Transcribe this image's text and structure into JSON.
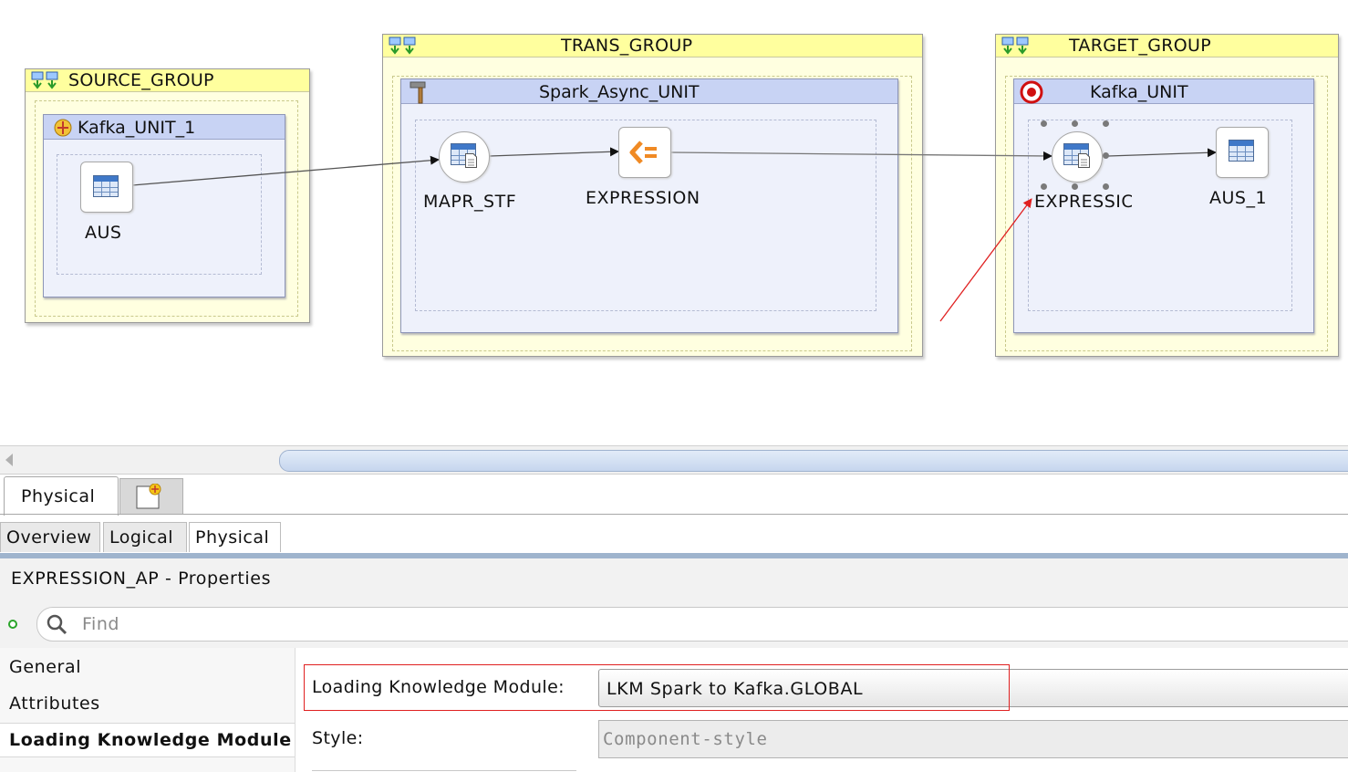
{
  "diagram": {
    "groups": [
      {
        "id": "source",
        "title": "SOURCE_GROUP"
      },
      {
        "id": "trans",
        "title": "TRANS_GROUP"
      },
      {
        "id": "target",
        "title": "TARGET_GROUP"
      }
    ],
    "units": [
      {
        "id": "kafka1",
        "title": "Kafka_UNIT_1"
      },
      {
        "id": "spark",
        "title": "Spark_Async_UNIT"
      },
      {
        "id": "kafka",
        "title": "Kafka_UNIT"
      }
    ],
    "nodes": {
      "aus": "AUS",
      "mapr": "MAPR_STF",
      "expression": "EXPRESSION",
      "expression_ap": "EXPRESSIC",
      "aus1": "AUS_1"
    }
  },
  "tabs": {
    "editor_tab": "Physical",
    "subtabs": [
      "Overview",
      "Logical",
      "Physical"
    ]
  },
  "properties": {
    "title": "EXPRESSION_AP - Properties",
    "find_placeholder": "Find",
    "nav": [
      "General",
      "Attributes",
      "Loading Knowledge Module"
    ],
    "lkm_label": "Loading Knowledge Module:",
    "lkm_value": "LKM Spark to Kafka.GLOBAL",
    "style_label": "Style:",
    "style_value": "Component-style"
  },
  "colors": {
    "group_bg": "#ffffe0",
    "group_header": "#ffff9e",
    "unit_bg": "#eef1fb",
    "unit_header": "#c8d3f4",
    "highlight": "#e02020"
  }
}
